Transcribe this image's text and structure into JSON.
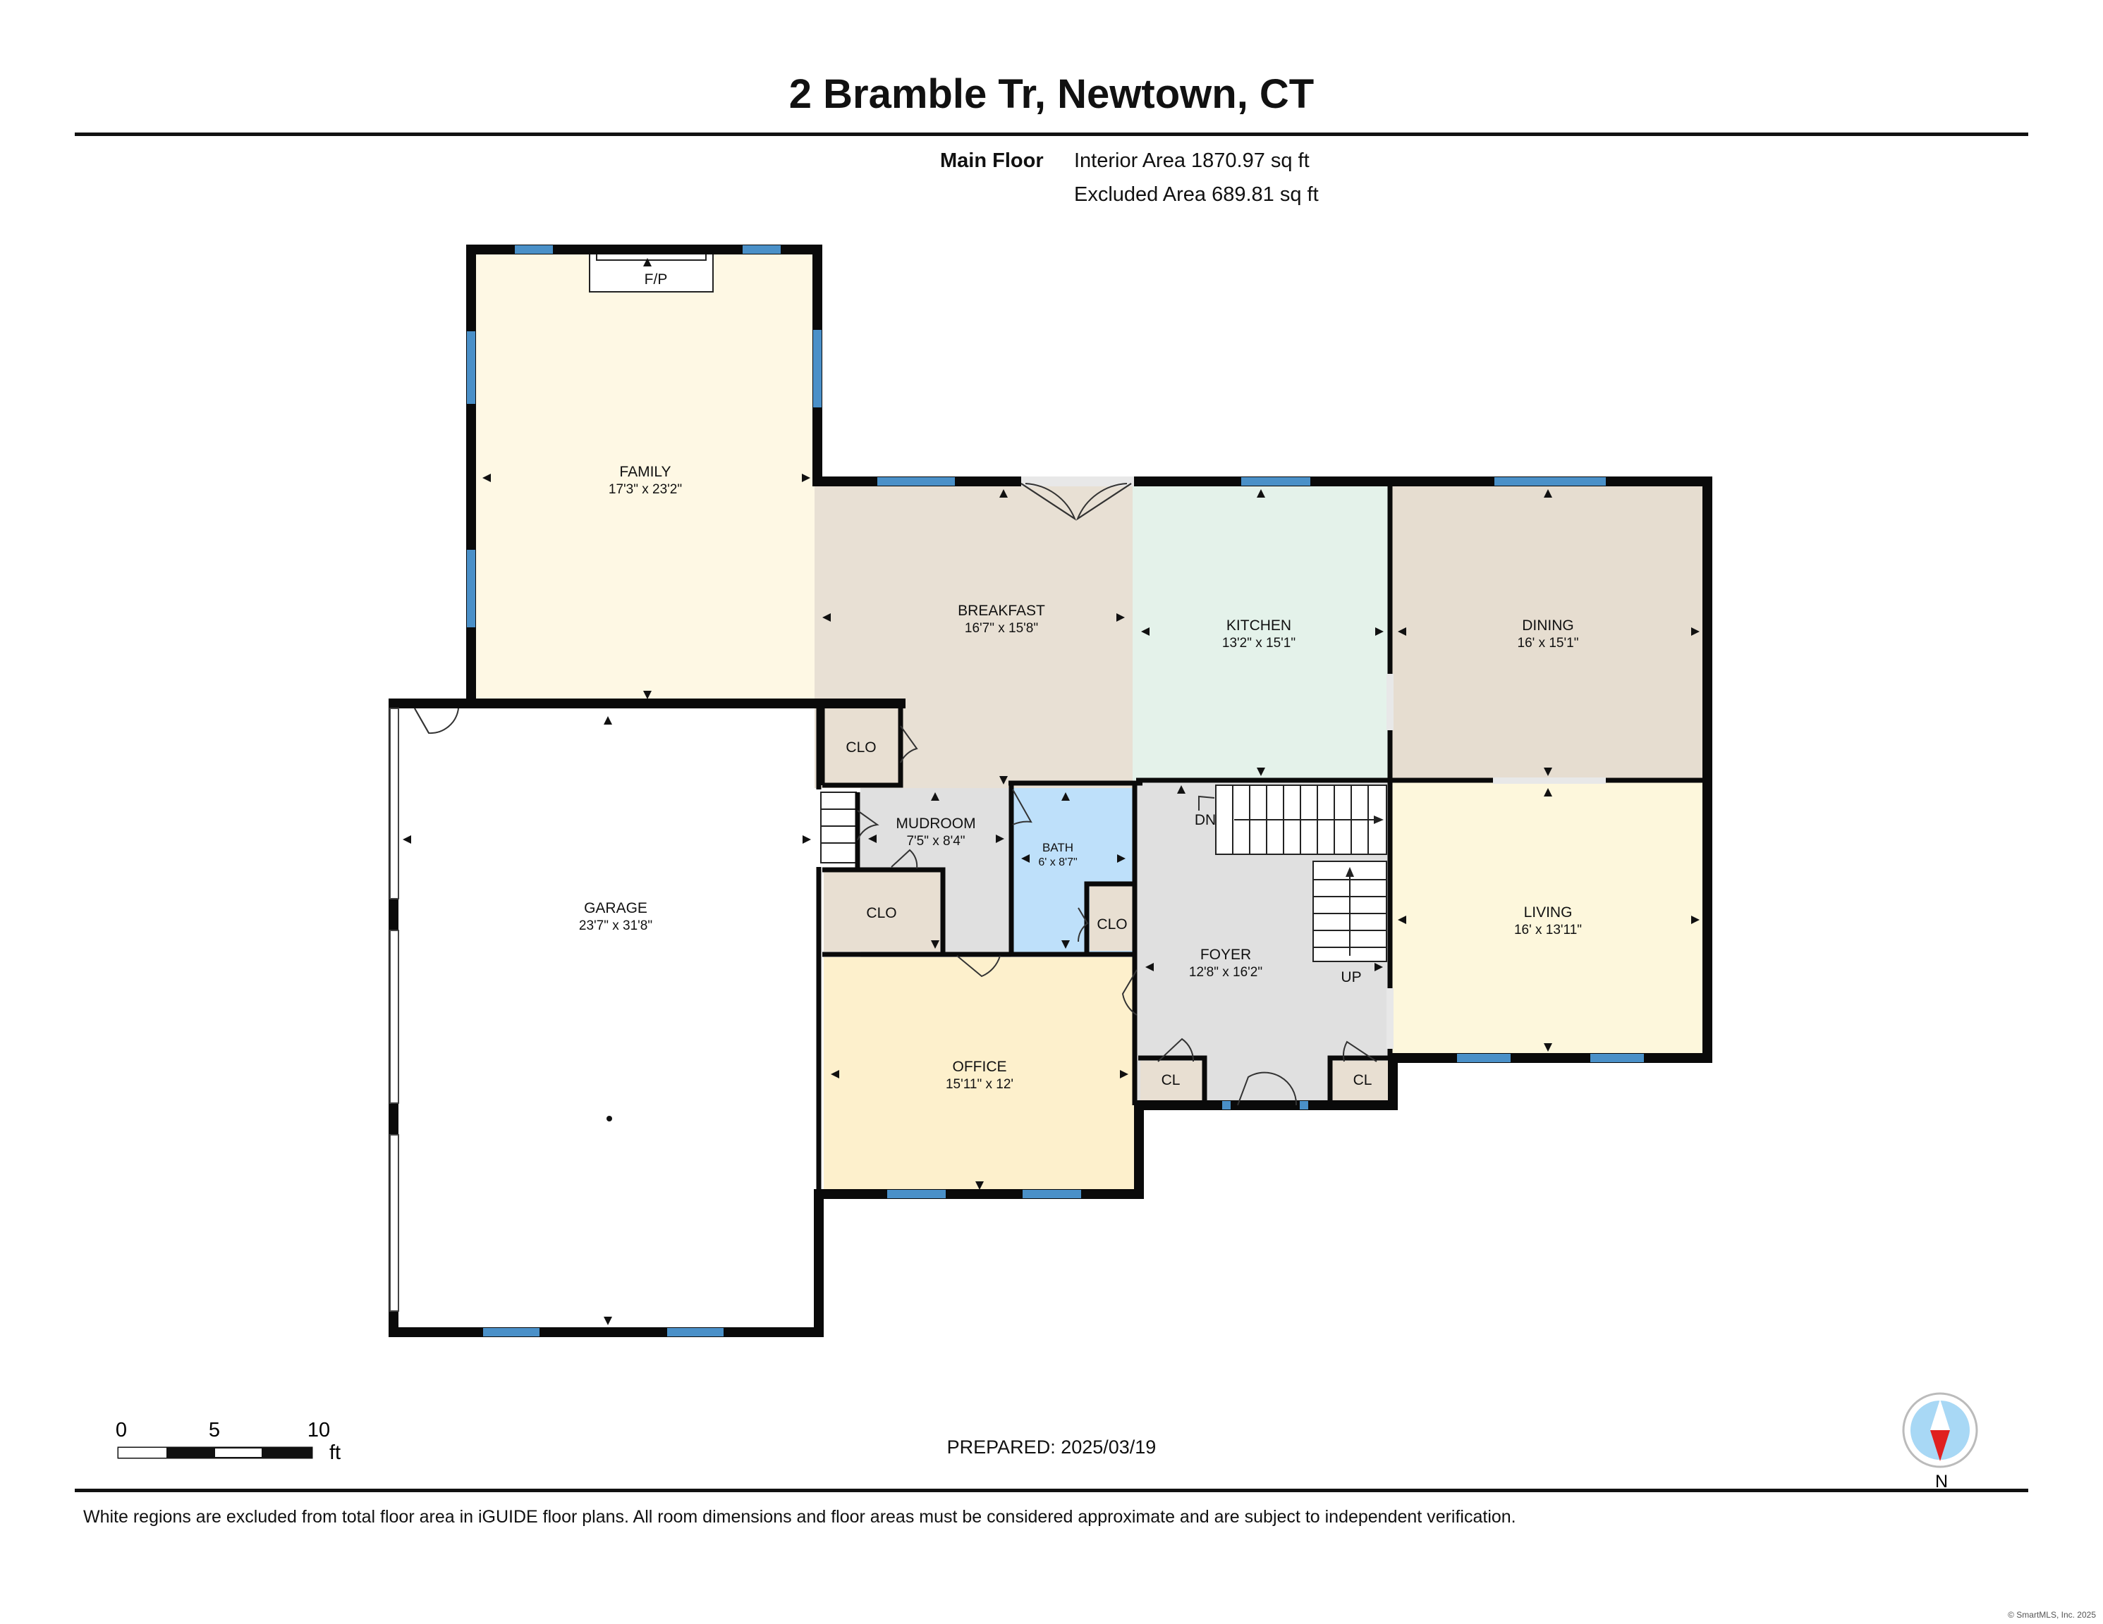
{
  "title": "2 Bramble Tr, Newtown, CT",
  "floor_label": "Main Floor",
  "interior_area": "Interior Area 1870.97 sq ft",
  "excluded_area": "Excluded Area 689.81 sq ft",
  "rooms": {
    "family": {
      "name": "FAMILY",
      "dims": "17'3\" x 23'2\""
    },
    "breakfast": {
      "name": "BREAKFAST",
      "dims": "16'7\" x 15'8\""
    },
    "kitchen": {
      "name": "KITCHEN",
      "dims": "13'2\" x 15'1\""
    },
    "dining": {
      "name": "DINING",
      "dims": "16' x 15'1\""
    },
    "garage": {
      "name": "GARAGE",
      "dims": "23'7\" x 31'8\""
    },
    "mudroom": {
      "name": "MUDROOM",
      "dims": "7'5\" x 8'4\""
    },
    "bath": {
      "name": "BATH",
      "dims": "6' x 8'7\""
    },
    "foyer": {
      "name": "FOYER",
      "dims": "12'8\" x 16'2\""
    },
    "living": {
      "name": "LIVING",
      "dims": "16' x 13'11\""
    },
    "office": {
      "name": "OFFICE",
      "dims": "15'11\" x 12'"
    }
  },
  "small_labels": {
    "fireplace": "F/P",
    "clo": "CLO",
    "cl": "CL",
    "down": "DN",
    "up": "UP"
  },
  "scale": {
    "ticks": [
      "0",
      "5",
      "10"
    ],
    "unit": "ft"
  },
  "compass": {
    "label": "N"
  },
  "prepared": "PREPARED: 2025/03/19",
  "footer": "White regions are excluded from total floor area in iGUIDE floor plans. All room dimensions and floor areas must be considered approximate and are subject to independent verification.",
  "copyright": "© SmartMLS, Inc. 2025",
  "colors": {
    "family": "#fef8e4",
    "breakfast": "#e8e0d4",
    "kitchen": "#e4f2ea",
    "dining": "#e6ddd0",
    "living": "#fdf7dc",
    "office": "#fdf0cc",
    "bath": "#bee0fa",
    "grey": "#e0e0e0",
    "closet": "#e8dfd2",
    "window": "#4a90c8",
    "wall": "#0a0a0a"
  }
}
